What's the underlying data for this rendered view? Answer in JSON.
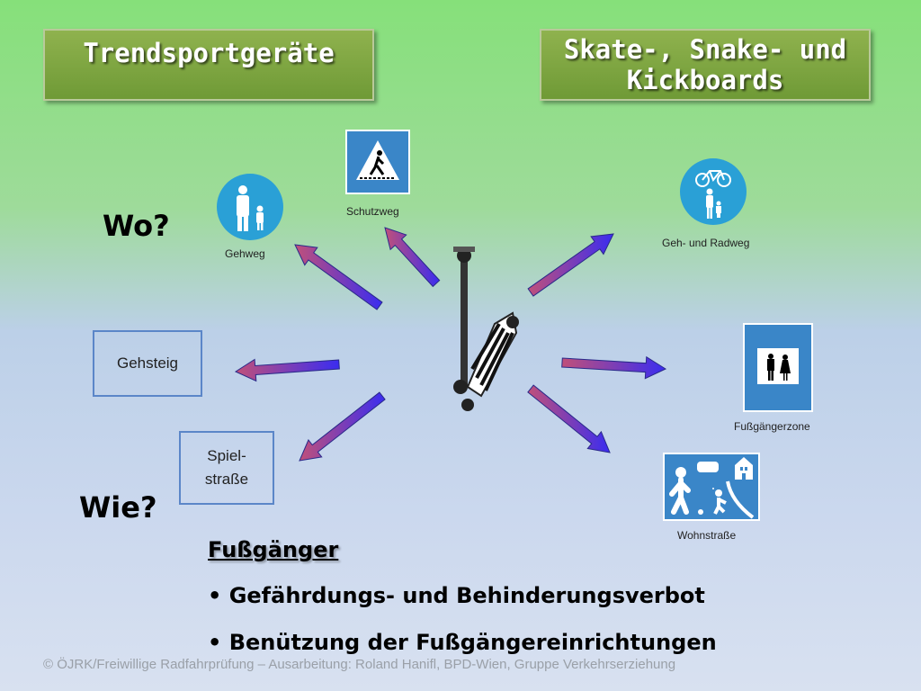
{
  "titles": {
    "left": "Trendsportgeräte",
    "right_line1": "Skate-, Snake- und",
    "right_line2": "Kickboards"
  },
  "questions": {
    "where": "Wo?",
    "how": "Wie?"
  },
  "boxes": {
    "gehsteig": "Gehsteig",
    "spiel_line1": "Spiel-",
    "spiel_line2": "straße"
  },
  "signs": {
    "gehweg": "Gehweg",
    "schutzweg": "Schutzweg",
    "geh_radweg": "Geh- und Radweg",
    "fussgaengerzone": "Fußgängerzone",
    "wohnstrasse": "Wohnstraße"
  },
  "content": {
    "heading": "Fußgänger",
    "bullets": [
      "Gefährdungs- und Behinderungsverbot",
      "Benützung der Fußgängereinrichtungen"
    ]
  },
  "footer": "© ÖJRK/Freiwillige Radfahrprüfung – Ausarbeitung: Roland Hanifl, BPD-Wien, Gruppe Verkehrserziehung",
  "colors": {
    "title_green": "#7aa03c",
    "sign_blue": "#3a86c8",
    "circle_blue": "#2aa0d6",
    "box_border": "#5b86c8"
  }
}
